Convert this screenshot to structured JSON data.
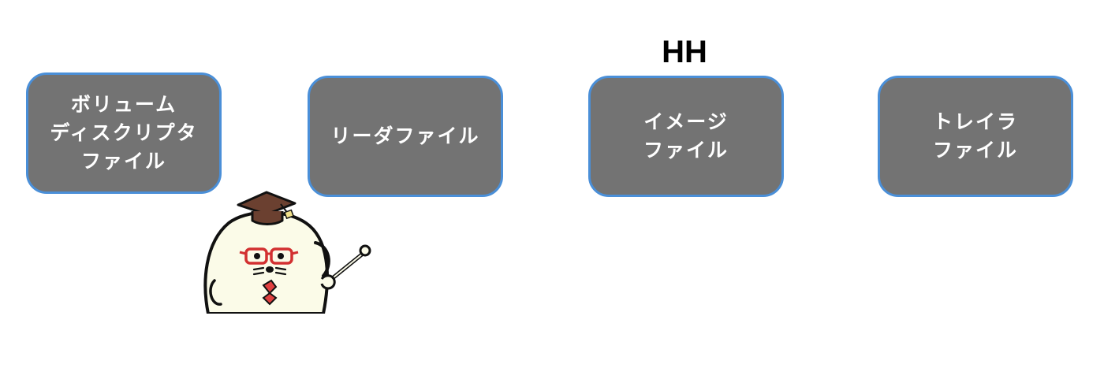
{
  "heading": "HH",
  "boxes": [
    {
      "lines": [
        "ボリューム",
        "ディスクリプタ",
        "ファイル"
      ]
    },
    {
      "lines": [
        "リーダファイル"
      ]
    },
    {
      "lines": [
        "イメージ",
        "ファイル"
      ]
    },
    {
      "lines": [
        "トレイラ",
        "ファイル"
      ]
    }
  ],
  "colors": {
    "box_fill": "#737373",
    "box_border": "#4a8fd8",
    "box_text": "#ffffff",
    "heading_text": "#000000"
  },
  "mascot": {
    "icon": "professor-mascot-icon"
  }
}
